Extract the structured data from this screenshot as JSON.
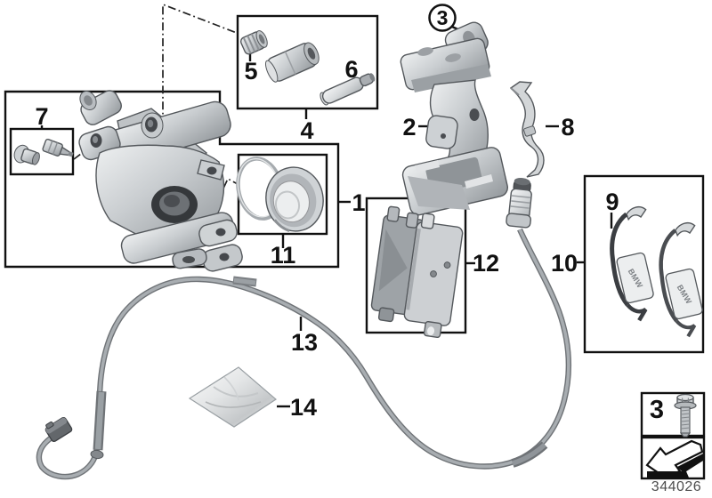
{
  "figure": {
    "doc_number": "344026",
    "brand": "BMW",
    "callouts": {
      "n1": "1",
      "n2": "2",
      "n3": "3",
      "n4": "4",
      "n5": "5",
      "n6": "6",
      "n7": "7",
      "n8": "8",
      "n9": "9",
      "n10": "10",
      "n11": "11",
      "n12": "12",
      "n13": "13",
      "n14": "14"
    },
    "legend": {
      "screw_item": "3"
    },
    "colors": {
      "line": "#111111",
      "metal_light": "#eef0f1",
      "metal_mid": "#c9cdd0",
      "metal_dark": "#93989c",
      "recess": "#3f4347",
      "doc_number": "#4d4d4d",
      "background": "#ffffff"
    }
  }
}
